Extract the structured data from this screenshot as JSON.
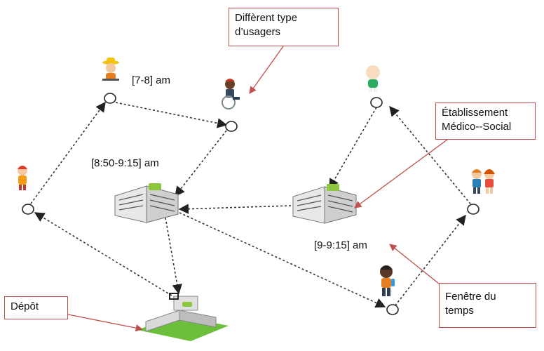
{
  "callouts": {
    "usagers_line1": "Diffèrent type",
    "usagers_line2": "d’usagers",
    "etab_line1": "Établissement",
    "etab_line2": "Médico--Social",
    "depot": "Dépôt",
    "fenetre_line1": "Fenêtre du",
    "fenetre_line2": "temps"
  },
  "time_windows": {
    "tw1": "[7-8] am",
    "tw2": "[8:50-9:15] am",
    "tw3": "[9-9:15] am"
  },
  "colors": {
    "callout_border": "#c0504d",
    "arrow": "#333333",
    "building_green": "#8dc63f"
  }
}
